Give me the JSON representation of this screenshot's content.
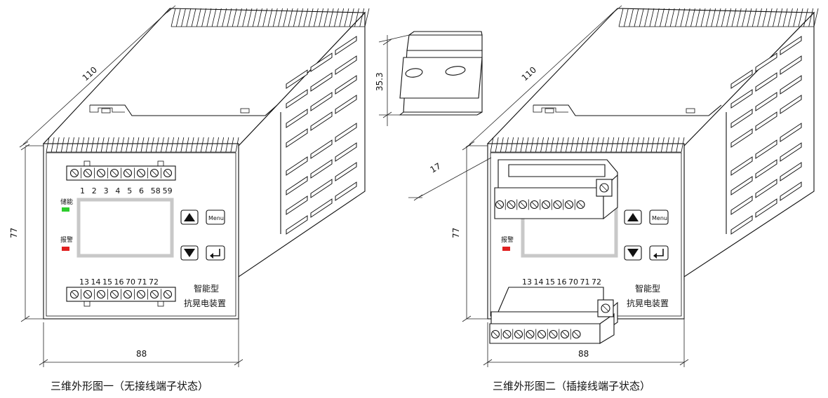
{
  "views": [
    {
      "caption": "三维外形图一（无接线端子状态）",
      "dims": {
        "depth": "110",
        "height": "77",
        "width": "88"
      },
      "top_terminal_numbers": [
        "1",
        "2",
        "3",
        "4",
        "5",
        "6",
        "58",
        "59"
      ],
      "bottom_terminal_numbers": [
        "13",
        "14",
        "15",
        "16",
        "70",
        "71",
        "72"
      ],
      "label_energy": "储能",
      "label_alarm": "报警",
      "button_menu": "Menu",
      "brand_line1": "智能型",
      "brand_line2": "抗晃电装置",
      "led_colors": {
        "energy": "#2dcc2d",
        "alarm": "#e02020"
      }
    },
    {
      "caption": "三维外形图二（插接线端子状态）",
      "dims": {
        "depth": "110",
        "height": "77",
        "width": "88",
        "plug_offset": "17"
      },
      "bottom_terminal_numbers": [
        "13",
        "14",
        "15",
        "16",
        "70",
        "71",
        "72"
      ],
      "label_alarm": "报警",
      "button_menu": "Menu",
      "brand_line1": "智能型",
      "brand_line2": "抗晃电装置",
      "led_colors": {
        "alarm": "#e02020"
      }
    }
  ],
  "rail": {
    "height": "35.3"
  }
}
